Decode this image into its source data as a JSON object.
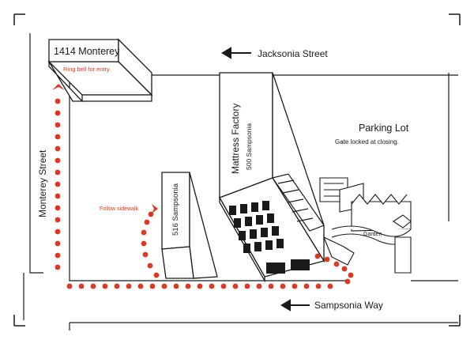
{
  "streets": {
    "jacksonia": "Jacksonia Street",
    "monterey": "Monterey Street",
    "sampsonia": "Sampsonia Way"
  },
  "buildings": {
    "monterey_1414": {
      "name": "1414 Monterey",
      "note": "Ring bell for entry."
    },
    "mattress_factory": {
      "name": "Mattress Factory",
      "address": "500 Sampsonia"
    },
    "sampsonia_516": {
      "name": "516 Sampsonia"
    },
    "parking_lot": {
      "name": "Parking Lot",
      "note": "Gate locked at closing."
    },
    "garden": {
      "name": "Garden"
    }
  },
  "route": {
    "instruction": "Follow sidewalk.",
    "color": "#e0351f"
  },
  "colors": {
    "ink": "#1a1a1a",
    "route": "#e0351f",
    "background": "#ffffff"
  }
}
